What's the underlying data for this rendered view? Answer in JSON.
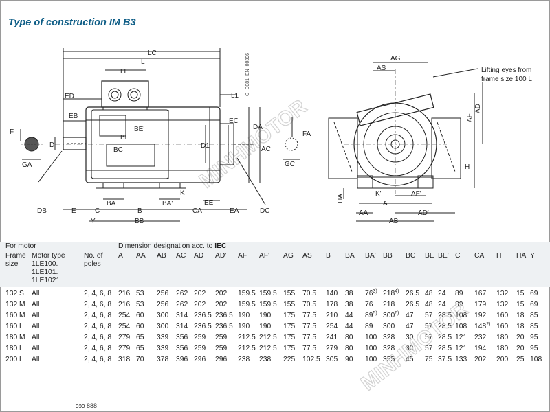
{
  "page": {
    "title": "Type of construction IM B3"
  },
  "drawing": {
    "code": "G_D081_EN_00396",
    "lifting_note_line1": "Lifting eyes from",
    "lifting_note_line2": "frame size 100 L",
    "watermark": "MINHMOTOR",
    "labels_side": [
      "LC",
      "L",
      "LL",
      "ED",
      "L1",
      "EB",
      "F",
      "D",
      "GA",
      "BE'",
      "BE",
      "BC",
      "D1",
      "EC",
      "FA",
      "DA",
      "AC",
      "GC",
      "K",
      "BA",
      "BA'",
      "DB",
      "E",
      "C",
      "B",
      "CA",
      "EE",
      "EA",
      "DC",
      "Y",
      "BB"
    ],
    "labels_end": [
      "AG",
      "AS",
      "AF",
      "AD",
      "H",
      "HA",
      "K'",
      "A",
      "AF'",
      "AA",
      "AD'",
      "AB"
    ]
  },
  "table": {
    "group_for_motor": "For motor",
    "group_dims_prefix": "Dimension designation acc. to",
    "group_dims_std": "IEC",
    "col_frame_l1": "Frame",
    "col_frame_l2": "size",
    "col_type_l1": "Motor type",
    "col_type_l2": "1LE100.",
    "col_type_l3": "1LE101.",
    "col_type_l4": "1LE1021",
    "col_poles_l1": "No. of",
    "col_poles_l2": "poles",
    "dim_columns": [
      "A",
      "AA",
      "AB",
      "AC",
      "AD",
      "AD'",
      "AF",
      "AF'",
      "AG",
      "AS",
      "B",
      "BA",
      "BA'",
      "BB",
      "BC",
      "BE",
      "BE'",
      "C",
      "CA",
      "H",
      "HA",
      "Y"
    ],
    "rows": [
      {
        "frame": "132 S",
        "type": "All",
        "poles": "2, 4, 6, 8",
        "v": [
          "216",
          "53",
          "256",
          "262",
          "202",
          "202",
          "159.5",
          "159.5",
          "155",
          "70.5",
          "140",
          "38",
          "76",
          "218",
          "26.5",
          "48",
          "24",
          "89",
          "167",
          "132",
          "15",
          "69"
        ],
        "fn": {
          "12": "3)",
          "13": "4)"
        }
      },
      {
        "frame": "132 M",
        "type": "All",
        "poles": "2, 4, 6, 8",
        "v": [
          "216",
          "53",
          "256",
          "262",
          "202",
          "202",
          "159.5",
          "159.5",
          "155",
          "70.5",
          "178",
          "38",
          "76",
          "218",
          "26.5",
          "48",
          "24",
          "89",
          "179",
          "132",
          "15",
          "69"
        ],
        "fn": {}
      },
      {
        "frame": "160 M",
        "type": "All",
        "poles": "2, 4, 6, 8",
        "v": [
          "254",
          "60",
          "300",
          "314",
          "236.5",
          "236.5",
          "190",
          "190",
          "175",
          "77.5",
          "210",
          "44",
          "89",
          "300",
          "47",
          "57",
          "28.5",
          "108",
          "192",
          "160",
          "18",
          "85"
        ],
        "fn": {
          "12": "5)",
          "13": "6)"
        }
      },
      {
        "frame": "160 L",
        "type": "All",
        "poles": "2, 4, 6, 8",
        "v": [
          "254",
          "60",
          "300",
          "314",
          "236.5",
          "236.5",
          "190",
          "190",
          "175",
          "77.5",
          "254",
          "44",
          "89",
          "300",
          "47",
          "57",
          "28.5",
          "108",
          "148",
          "160",
          "18",
          "85"
        ],
        "fn": {
          "18": "2)"
        }
      },
      {
        "frame": "180 M",
        "type": "All",
        "poles": "2, 4, 6, 8",
        "v": [
          "279",
          "65",
          "339",
          "356",
          "259",
          "259",
          "212.5",
          "212.5",
          "175",
          "77.5",
          "241",
          "80",
          "100",
          "328",
          "30",
          "57",
          "28.5",
          "121",
          "232",
          "180",
          "20",
          "95"
        ],
        "fn": {}
      },
      {
        "frame": "180 L",
        "type": "All",
        "poles": "2, 4, 6, 8",
        "v": [
          "279",
          "65",
          "339",
          "356",
          "259",
          "259",
          "212.5",
          "212.5",
          "175",
          "77.5",
          "279",
          "80",
          "100",
          "328",
          "30",
          "57",
          "28.5",
          "121",
          "194",
          "180",
          "20",
          "95"
        ],
        "fn": {}
      },
      {
        "frame": "200 L",
        "type": "All",
        "poles": "2, 4, 6, 8",
        "v": [
          "318",
          "70",
          "378",
          "396",
          "296",
          "296",
          "238",
          "238",
          "225",
          "102.5",
          "305",
          "90",
          "100",
          "355",
          "45",
          "75",
          "37.5",
          "133",
          "202",
          "200",
          "25",
          "108"
        ],
        "fn": {}
      }
    ]
  },
  "footer": {
    "note": "ɔɔɔ  888"
  }
}
